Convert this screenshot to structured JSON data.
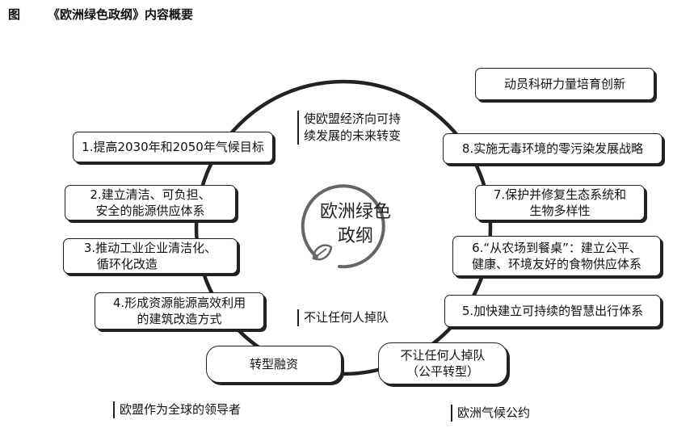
{
  "title": {
    "figure_label": "图",
    "text": "《欧洲绿色政纲》内容概要"
  },
  "center": {
    "line1": "欧洲绿色",
    "line2": "政纲"
  },
  "top_note": {
    "line1": "使欧盟经济向可持",
    "line2": "续发展的未来转变"
  },
  "left_items": [
    {
      "line1": "1.提高2030年和2050年气候目标",
      "line2": ""
    },
    {
      "line1": "2.建立清洁、可负担、",
      "line2": "安全的能源供应体系"
    },
    {
      "line1": "3.推动工业企业清洁化、",
      "line2": "循环化改造"
    },
    {
      "line1": "4.形成资源能源高效利用",
      "line2": "的建筑改造方式"
    }
  ],
  "right_items": [
    {
      "line1": "8.实施无毒环境的零污染发展战略",
      "line2": ""
    },
    {
      "line1": "7.保护并修复生态系统和",
      "line2": "生物多样性"
    },
    {
      "line1": "6.“从农场到餐桌”：建立公平、",
      "line2": "健康、环境友好的食物供应体系"
    },
    {
      "line1": "5.加快建立可持续的智慧出行体系",
      "line2": ""
    }
  ],
  "top_right_box": "动员科研力量培育创新",
  "bottom_left_box": "转型融资",
  "bottom_right_box": {
    "line1": "不让任何人掉队",
    "line2": "（公平转型）"
  },
  "inner_note": "不让任何人掉队",
  "footer_left": "欧盟作为全球的领导者",
  "footer_right": "欧洲气候公约"
}
